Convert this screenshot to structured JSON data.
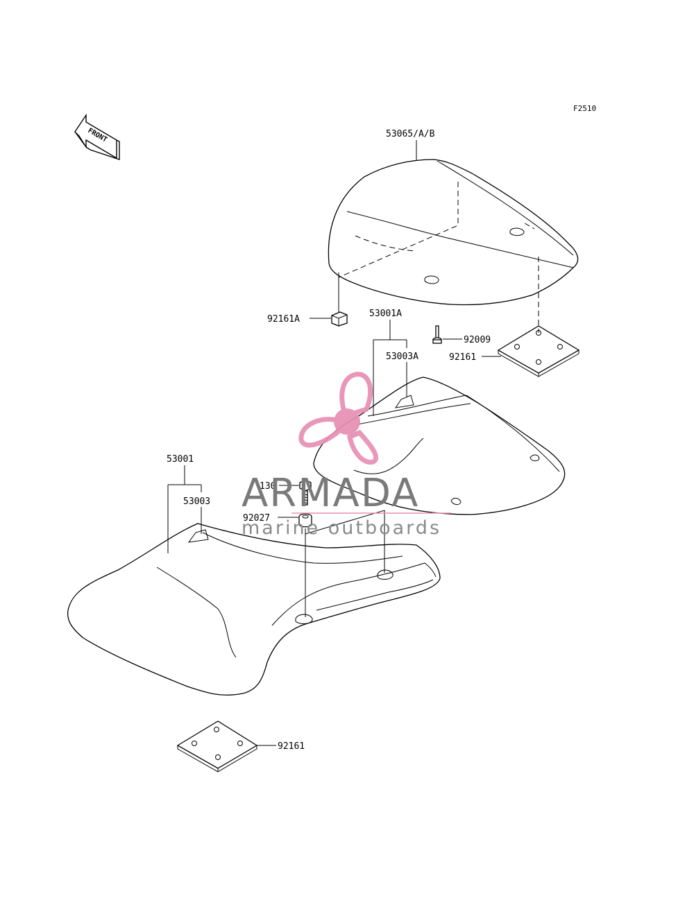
{
  "figure_code": "F2510",
  "front_indicator": {
    "text": "FRONT",
    "icon": "front-arrow-icon"
  },
  "parts": {
    "p53065": "53065/A/B",
    "p92161A": "92161A",
    "p53001A": "53001A",
    "p92009": "92009",
    "p53003A": "53003A",
    "p92161_upper": "92161",
    "p53001": "53001",
    "p130": "130",
    "p53003": "53003",
    "p92027": "92027",
    "p92161_lower": "92161"
  },
  "watermark": {
    "brand": "ARMADA",
    "tagline": "marine outboards",
    "logo_icon": "propeller-logo-icon",
    "colors": {
      "logo": "#e78fb3",
      "text": "#7a7a7a",
      "rule": "#e78fb3"
    }
  }
}
